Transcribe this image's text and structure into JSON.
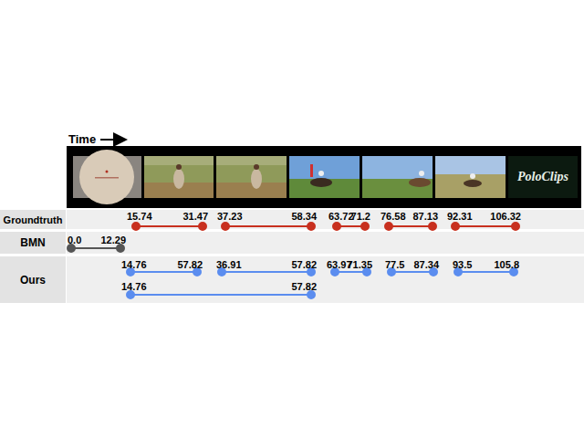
{
  "diagram": {
    "nodes": [
      {
        "text": [
          "Groundtruth"
        ]
      },
      {
        "text": [
          "BMN"
        ]
      },
      {
        "text": [
          "Ours"
        ]
      }
    ],
    "labels": [
      "Time",
      "PoloClips",
      "15.74",
      "31.47",
      "37.23",
      "58.34",
      "63.72",
      "71.2",
      "76.58",
      "87.13",
      "92.31",
      "106.32",
      "0.0",
      "12.29",
      "14.76",
      "57.82",
      "36.91",
      "57.82",
      "63.97",
      "71.35",
      "77.5",
      "87.34",
      "93.5",
      "105.8",
      "14.76",
      "57.82"
    ]
  }
}
